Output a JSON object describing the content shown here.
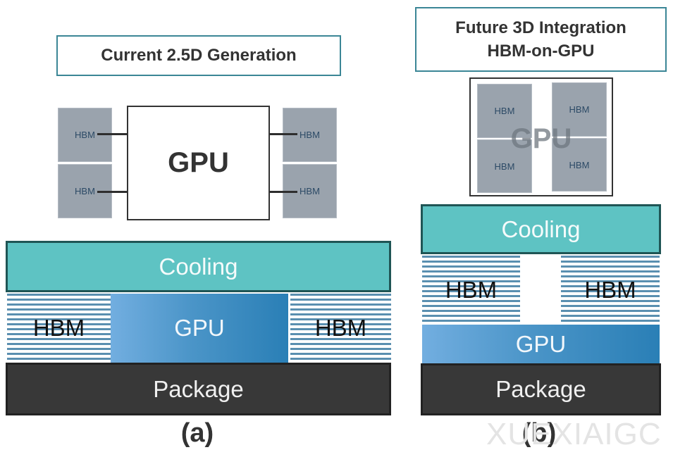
{
  "panel_a": {
    "title": "Current 2.5D Generation",
    "top_gpu": "GPU",
    "top_hbm": [
      "HBM",
      "HBM",
      "HBM",
      "HBM"
    ],
    "cooling": "Cooling",
    "hbm_left": "HBM",
    "gpu": "GPU",
    "hbm_right": "HBM",
    "package": "Package",
    "label": "(a)"
  },
  "panel_b": {
    "title_line1": "Future 3D Integration",
    "title_line2": "HBM-on-GPU",
    "top_gpu": "GPU",
    "top_hbm": [
      "HBM",
      "HBM",
      "HBM",
      "HBM"
    ],
    "cooling": "Cooling",
    "hbm_left": "HBM",
    "hbm_right": "HBM",
    "gpu": "GPU",
    "package": "Package",
    "label": "(b)"
  },
  "watermark": "XUEXIAIGC"
}
